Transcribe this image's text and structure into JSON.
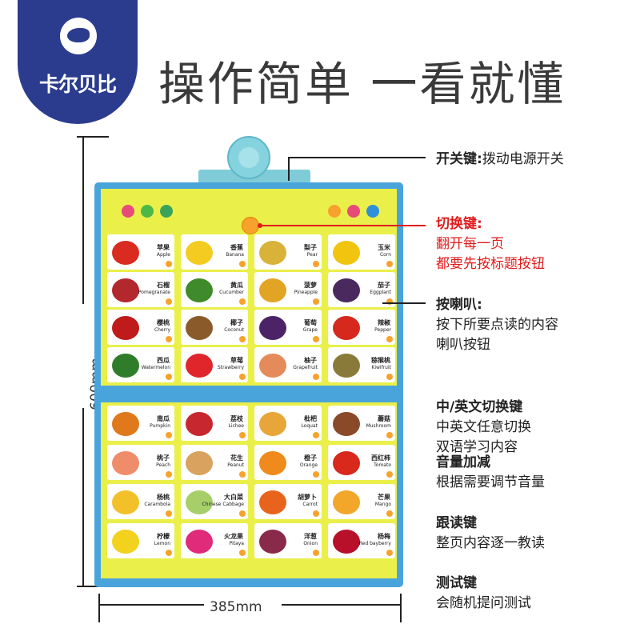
{
  "brand": {
    "name": "卡尔贝比",
    "color": "#2b3c8e"
  },
  "headline": "操作简单 一看就懂",
  "dimensions": {
    "height_label": "600mm",
    "width_label": "385mm"
  },
  "poster": {
    "rows_top": [
      [
        {
          "cn": "苹果",
          "en": "Apple",
          "color": "#d92b1f"
        },
        {
          "cn": "香蕉",
          "en": "Banana",
          "color": "#f4cc21"
        },
        {
          "cn": "梨子",
          "en": "Pear",
          "color": "#d9b23a"
        },
        {
          "cn": "玉米",
          "en": "Corn",
          "color": "#f1c40f"
        }
      ],
      [
        {
          "cn": "石榴",
          "en": "Pomegranate",
          "color": "#b3282c"
        },
        {
          "cn": "黄瓜",
          "en": "Cucumber",
          "color": "#3f8a2a"
        },
        {
          "cn": "菠萝",
          "en": "Pineapple",
          "color": "#e2a424"
        },
        {
          "cn": "茄子",
          "en": "Eggplant",
          "color": "#4a2a5e"
        }
      ],
      [
        {
          "cn": "樱桃",
          "en": "Cherry",
          "color": "#c01b1b"
        },
        {
          "cn": "椰子",
          "en": "Coconut",
          "color": "#8b5a2b"
        },
        {
          "cn": "葡萄",
          "en": "Grape",
          "color": "#4b2366"
        },
        {
          "cn": "辣椒",
          "en": "Pepper",
          "color": "#d6281c"
        }
      ],
      [
        {
          "cn": "西瓜",
          "en": "Watermelon",
          "color": "#2f7d2a"
        },
        {
          "cn": "草莓",
          "en": "Strawberry",
          "color": "#e0262b"
        },
        {
          "cn": "柚子",
          "en": "Grapefruit",
          "color": "#e58a5b"
        },
        {
          "cn": "猕猴桃",
          "en": "Kiwifruit",
          "color": "#8a7a3a"
        }
      ]
    ],
    "rows_bottom": [
      [
        {
          "cn": "南瓜",
          "en": "Pumpkin",
          "color": "#e0781c"
        },
        {
          "cn": "荔枝",
          "en": "Lichee",
          "color": "#c7272e"
        },
        {
          "cn": "枇杷",
          "en": "Loquat",
          "color": "#e8a53a"
        },
        {
          "cn": "蘑菇",
          "en": "Mushroom",
          "color": "#8a4a2a"
        }
      ],
      [
        {
          "cn": "桃子",
          "en": "Peach",
          "color": "#ef8d6b"
        },
        {
          "cn": "花生",
          "en": "Peanut",
          "color": "#d9a25e"
        },
        {
          "cn": "橙子",
          "en": "Orange",
          "color": "#f08a1c"
        },
        {
          "cn": "西红柿",
          "en": "Tomato",
          "color": "#d9281c"
        }
      ],
      [
        {
          "cn": "杨桃",
          "en": "Carambola",
          "color": "#f2c12a"
        },
        {
          "cn": "大白菜",
          "en": "Chinese Cabbage",
          "color": "#a6cf6a"
        },
        {
          "cn": "胡萝卜",
          "en": "Carrot",
          "color": "#e8641c"
        },
        {
          "cn": "芒果",
          "en": "Mango",
          "color": "#f2a62a"
        }
      ],
      [
        {
          "cn": "柠檬",
          "en": "Lemon",
          "color": "#f2d21c"
        },
        {
          "cn": "火龙果",
          "en": "Pitaya",
          "color": "#e02a7a"
        },
        {
          "cn": "洋葱",
          "en": "Onion",
          "color": "#8a2a4a"
        },
        {
          "cn": "杨梅",
          "en": "Red bayberry",
          "color": "#b8102a"
        }
      ]
    ]
  },
  "callouts": [
    {
      "title": "开关键:",
      "desc": "拨动电源开关",
      "inline": true,
      "red": false
    },
    {
      "title": "切换键:",
      "desc": "翻开每一页\n都要先按标题按钮",
      "inline": false,
      "red": true
    },
    {
      "title": "按喇叭:",
      "desc": "按下所要点读的内容\n喇叭按钮",
      "inline": false,
      "red": false
    },
    {
      "title": "中/英文切换键",
      "desc": "中英文任意切换\n双语学习内容",
      "inline": false,
      "red": false
    },
    {
      "title": "音量加减",
      "desc": "根据需要调节音量",
      "inline": false,
      "red": false
    },
    {
      "title": "跟读键",
      "desc": "整页内容逐一教读",
      "inline": false,
      "red": false
    },
    {
      "title": "测试键",
      "desc": "会随机提问测试",
      "inline": false,
      "red": false
    }
  ]
}
